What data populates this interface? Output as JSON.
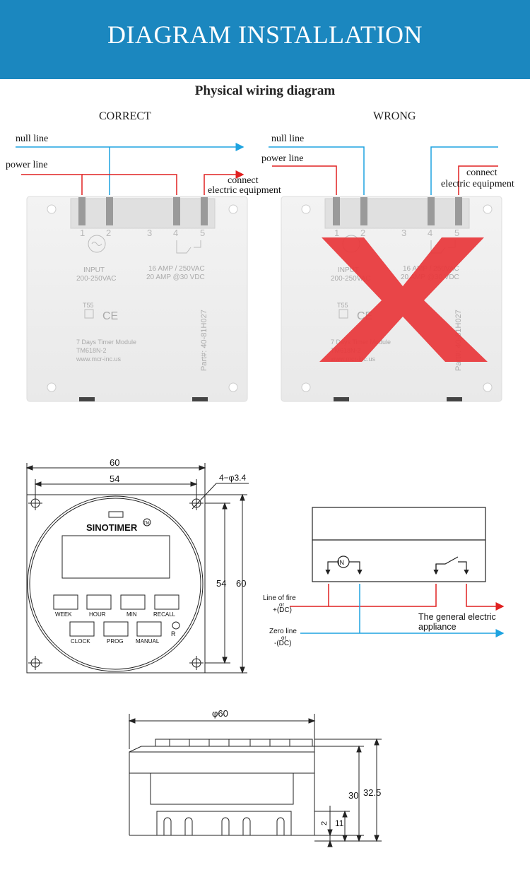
{
  "banner": {
    "title": "DIAGRAM INSTALLATION"
  },
  "wiring": {
    "title": "Physical wiring diagram",
    "correct_label": "CORRECT",
    "wrong_label": "WRONG",
    "null_line": "null line",
    "power_line": "power line",
    "connect": "connect",
    "electric_equipment": "electric equipment"
  },
  "module": {
    "terminals": [
      "1",
      "2",
      "3",
      "4",
      "5"
    ],
    "input_line1": "INPUT",
    "input_line2": "200-250VAC",
    "rating_line1": "16 AMP / 250VAC",
    "rating_line2": "20 AMP @30 VDC",
    "t55": "T55",
    "ce": "CE",
    "name_line1": "7 Days Timer Module",
    "name_line2": "TM618N-2",
    "website": "www.mcr-inc.us",
    "part": "Part#: 40-81H027"
  },
  "front_view": {
    "dim_outer": "60",
    "dim_inner": "54",
    "hole_spec": "4−φ3.4",
    "dim_v_inner": "54",
    "dim_v_outer": "60",
    "brand": "SINOTIMER",
    "tm": "TM",
    "buttons_row1": [
      "WEEK",
      "HOUR",
      "MIN",
      "RECALL"
    ],
    "buttons_row2": [
      "CLOCK",
      "PROG",
      "MANUAL"
    ],
    "reset": "R"
  },
  "schematic": {
    "in_symbol": "IN",
    "fire_line1": "Line of fire",
    "fire_line2": "or",
    "fire_line3": "+(DC)",
    "zero_line1": "Zero line",
    "zero_line2": "or",
    "zero_line3": "-(DC)",
    "appliance_line1": "The general electric",
    "appliance_line2": "appliance"
  },
  "side_view": {
    "dia": "φ60",
    "h_total": "32.5",
    "h_body": "30",
    "h_low": "11",
    "h_small": "2"
  },
  "colors": {
    "banner": "#1b87bf",
    "red": "#e02020",
    "blue": "#1ea3e0",
    "cross": "#e8383b"
  }
}
